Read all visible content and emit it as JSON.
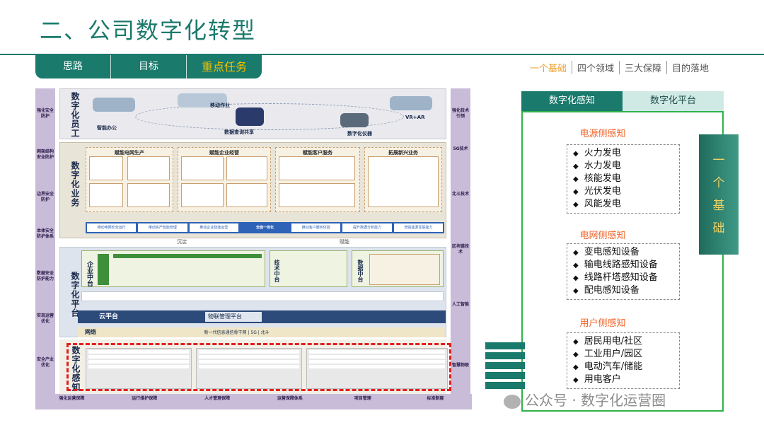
{
  "page": {
    "title": "二、公司数字化转型"
  },
  "nav": {
    "tabs": [
      "思路",
      "目标",
      "重点任务"
    ]
  },
  "breadcrumb": [
    "一个基础",
    "四个领域",
    "三大保障",
    "目的落地"
  ],
  "diagram": {
    "left_side": [
      "强化安全防护",
      "网架结构安全防护",
      "边界安全防护",
      "本体安全防护体系",
      "数据安全防护能力",
      "实现运营优化",
      "安全产业优化"
    ],
    "right_side": [
      "强化技术引领",
      "5G技术",
      "北斗技术",
      "区块链技术",
      "人工智能",
      "智慧物联"
    ],
    "bottom": [
      "强化运营保障",
      "运行维护保障",
      "人才管理保障",
      "运营保障体系",
      "项目管理",
      "标准制度"
    ],
    "bands": {
      "employee": "数字化员工",
      "business": "数字化业务",
      "platform": "数字化平台",
      "sensing": "数字化感知"
    },
    "employee_items": [
      "智能办公",
      "移动作业",
      "数据查询共享",
      "VR+AR",
      "数字化仪器"
    ],
    "biz_groups": [
      "赋能电网生产",
      "赋能企业经营",
      "赋能客户服务",
      "拓展新兴业务"
    ],
    "biz_strip": [
      "推动电网安全运行",
      "推动资产智能管理",
      "推动企业智能运营",
      "全面一体化",
      "推动客户服务体验",
      "提升数据分析能力",
      "增强能源互联能力"
    ],
    "enterprise_center": "企业中台",
    "tech_center": "技术中台",
    "data_center": "数据中台",
    "cloud_platform": "云平台",
    "iot_platform": "物联管理平台",
    "network": "网络",
    "network_desc": "新一代信息通信骨干网 | 5G | 北斗",
    "arrow_left": "沉淀",
    "arrow_right": "赋能"
  },
  "panel": {
    "tab_active": "数字化感知",
    "tab_inactive": "数字化平台",
    "sections": [
      {
        "title": "电源侧感知",
        "items": [
          "火力发电",
          "水力发电",
          "核能发电",
          "光伏发电",
          "风能发电"
        ]
      },
      {
        "title": "电网侧感知",
        "items": [
          "变电感知设备",
          "输电线路感知设备",
          "线路杆塔感知设备",
          "配电感知设备"
        ]
      },
      {
        "title": "用户侧感知",
        "items": [
          "居民用电/社区",
          "工业用户/园区",
          "电动汽车/储能",
          "用电客户"
        ]
      }
    ],
    "foundation": [
      "一",
      "个",
      "基",
      "础"
    ]
  },
  "watermark": "公众号 · 数字化运营圈",
  "colors": {
    "accent": "#1a7a6c",
    "highlight": "#f0a030",
    "section_title": "#f0642a",
    "frame": "#2fb24a",
    "sensing_border": "#e02020"
  }
}
